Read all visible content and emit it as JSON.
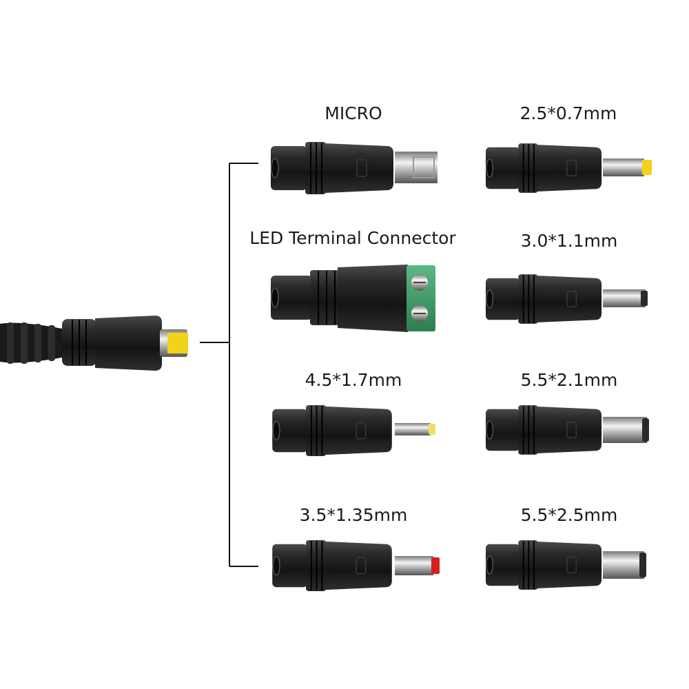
{
  "labels": {
    "micro": "MICRO",
    "tip_2_5x0_7": "2.5*0.7mm",
    "led_terminal": "LED Terminal Connector",
    "tip_3_0x1_1": "3.0*1.1mm",
    "tip_4_5x1_7": "4.5*1.7mm",
    "tip_5_5x2_1": "5.5*2.1mm",
    "tip_3_5x1_35": "3.5*1.35mm",
    "tip_5_5x2_5": "5.5*2.5mm"
  },
  "colors": {
    "body": "#1c1c1c",
    "yellow_tip": "#f2d21a",
    "red_tip": "#d42020",
    "terminal_green": "#3f9a66",
    "line": "#111111"
  }
}
